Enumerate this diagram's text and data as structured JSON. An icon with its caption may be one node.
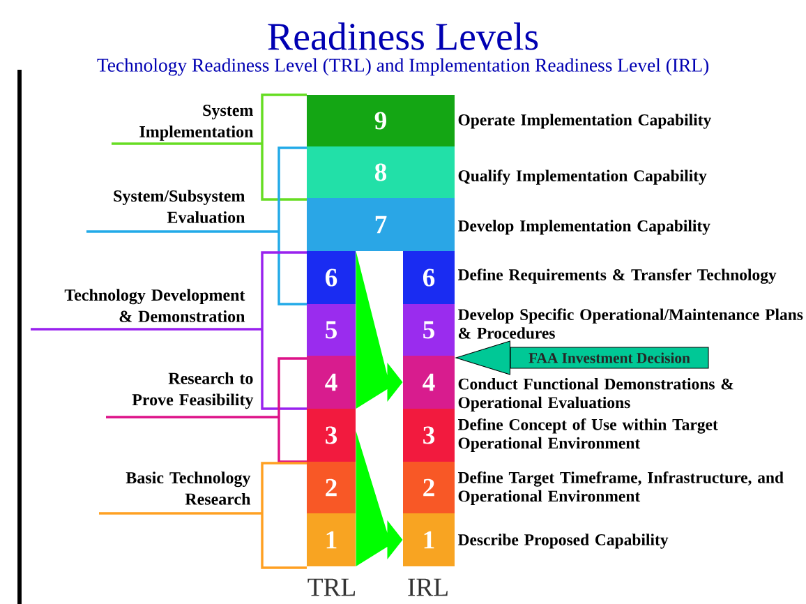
{
  "diagram": {
    "title": "Readiness Levels",
    "nodes": [
      {
        "text": [
          "9"
        ],
        "beside": [
          "Operate Implementation Capability"
        ]
      },
      {
        "text": [
          "8"
        ],
        "beside": [
          "Qualify Implementation Capability"
        ]
      },
      {
        "text": [
          "7"
        ],
        "beside": [
          "Develop Implementation Capability"
        ]
      },
      {
        "text": [
          "6"
        ]
      },
      {
        "text": [
          "6"
        ],
        "beside": [
          "Define Requirements & Transfer Technology"
        ]
      },
      {
        "text": [
          "5"
        ]
      },
      {
        "text": [
          "5"
        ],
        "beside": [
          "Develop Specific Operational/Maintenance Plans & Procedures"
        ]
      },
      {
        "text": [
          "FAA Investment Decision"
        ]
      },
      {
        "text": [
          "4"
        ]
      },
      {
        "text": [
          "4"
        ],
        "beside": [
          "Conduct Functional Demonstrations & Operational Evaluations"
        ]
      },
      {
        "text": [
          "3"
        ]
      },
      {
        "text": [
          "3"
        ],
        "beside": [
          "Define Concept of Use within Target Operational Environment"
        ]
      },
      {
        "text": [
          "2"
        ]
      },
      {
        "text": [
          "2"
        ],
        "beside": [
          "Define Target Timeframe, Infrastructure, and Operational Environment"
        ]
      },
      {
        "text": [
          "1"
        ]
      },
      {
        "text": [
          "1"
        ],
        "beside": [
          "Describe Proposed Capability"
        ]
      }
    ],
    "edges": [
      {
        "from": 5,
        "to": 9,
        "arrow": "to",
        "color": "#00ff00"
      },
      {
        "from": 12,
        "to": 15,
        "arrow": "to",
        "color": "#00ff00"
      },
      {
        "from": 7,
        "to": null,
        "arrow": "to"
      }
    ],
    "labels": [
      "Technology Readiness Level (TRL) and Implementation Readiness Level (IRL)",
      "System Implementation",
      "System/Subsystem Evaluation",
      "Technology Development & Demonstration",
      "Research to Prove Feasibility",
      "Basic Technology Research",
      "TRL",
      "IRL"
    ]
  }
}
